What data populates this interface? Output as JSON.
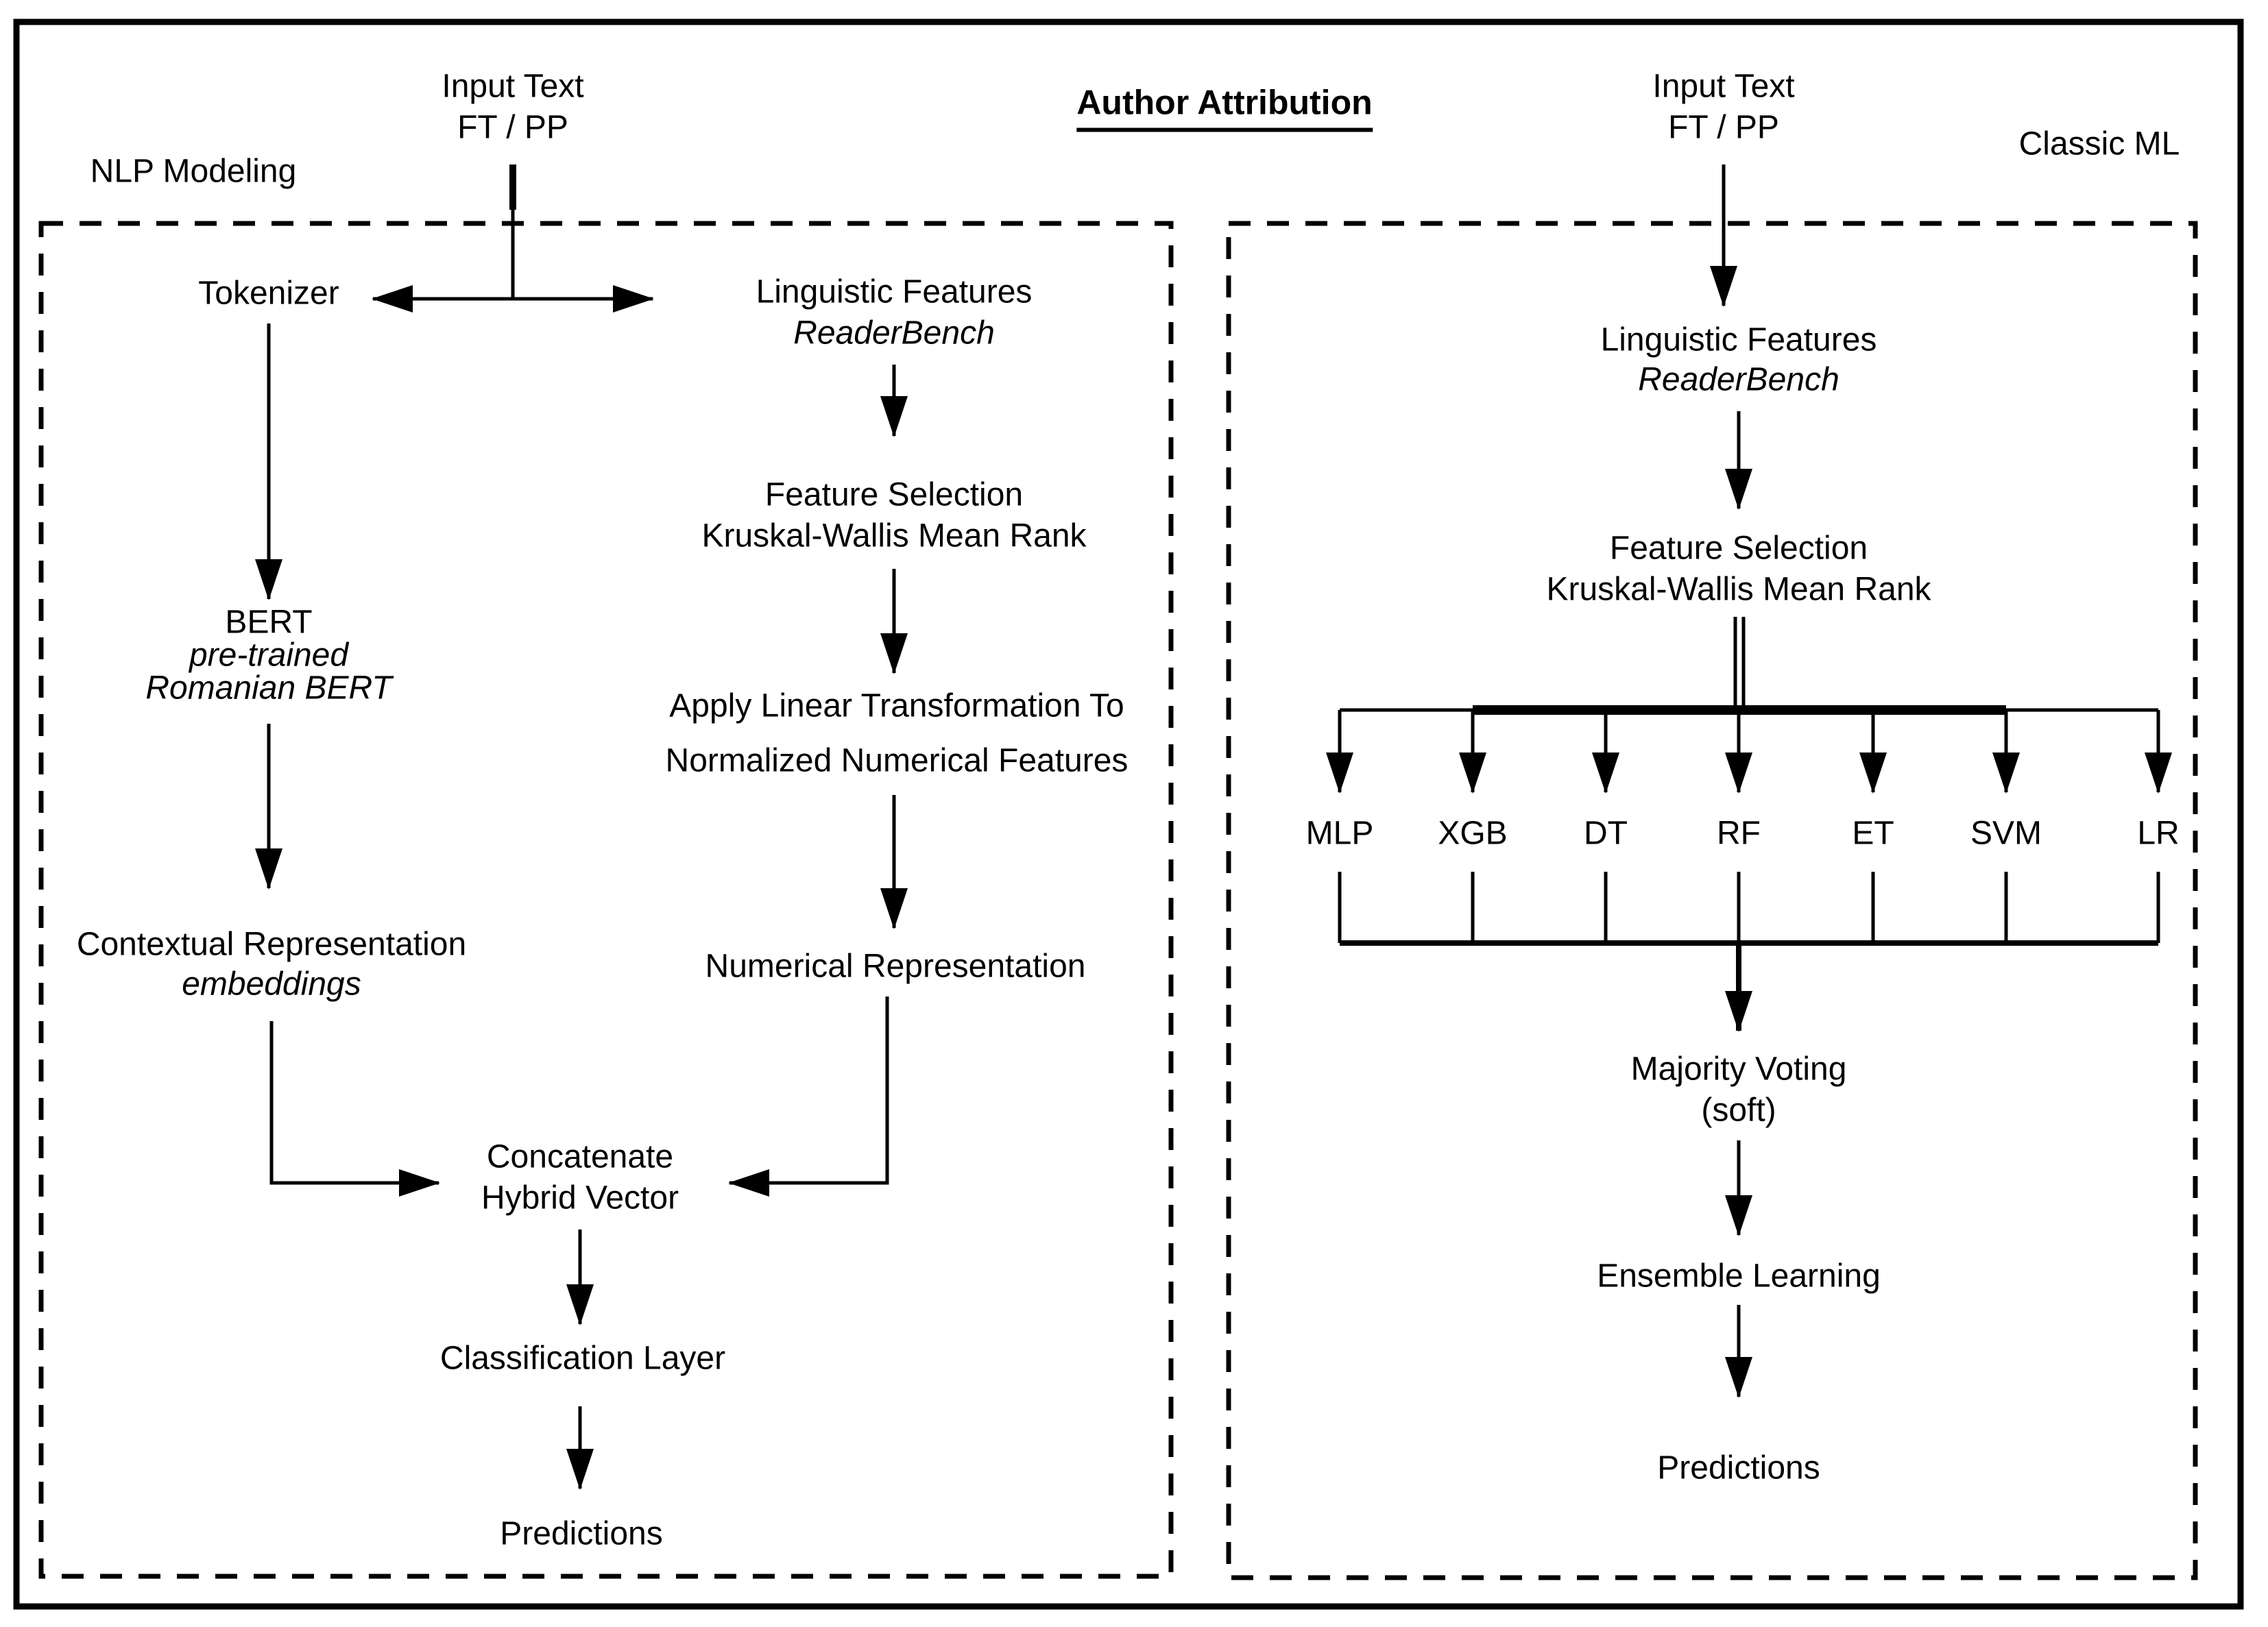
{
  "title": "Author Attribution",
  "colors": {
    "ink": "#000000",
    "background": "#ffffff"
  },
  "left": {
    "panel_label": "NLP Modeling",
    "input": {
      "line1": "Input Text",
      "line2": "FT / PP"
    },
    "tokenizer": "Tokenizer",
    "bert": {
      "line1": "BERT",
      "line2": "pre-trained",
      "line3": "Romanian BERT"
    },
    "contextual": {
      "line1": "Contextual Representation",
      "line2": "embeddings"
    },
    "linguistic": {
      "line1": "Linguistic Features",
      "line2": "ReaderBench"
    },
    "feature_selection": {
      "line1": "Feature Selection",
      "line2": "Kruskal-Wallis Mean Rank"
    },
    "apply_linear": {
      "line1": "Apply Linear Transformation To",
      "line2": "Normalized Numerical Features"
    },
    "numerical": "Numerical Representation",
    "concatenate": {
      "line1": "Concatenate",
      "line2": "Hybrid Vector"
    },
    "classification": "Classification Layer",
    "predictions": "Predictions"
  },
  "right": {
    "panel_label": "Classic ML",
    "input": {
      "line1": "Input Text",
      "line2": "FT / PP"
    },
    "linguistic": {
      "line1": "Linguistic Features",
      "line2": "ReaderBench"
    },
    "feature_selection": {
      "line1": "Feature Selection",
      "line2": "Kruskal-Wallis Mean Rank"
    },
    "classifiers": [
      "MLP",
      "XGB",
      "DT",
      "RF",
      "ET",
      "SVM",
      "LR"
    ],
    "majority_voting": {
      "line1": "Majority Voting",
      "line2": "(soft)"
    },
    "ensemble": "Ensemble Learning",
    "predictions": "Predictions"
  }
}
